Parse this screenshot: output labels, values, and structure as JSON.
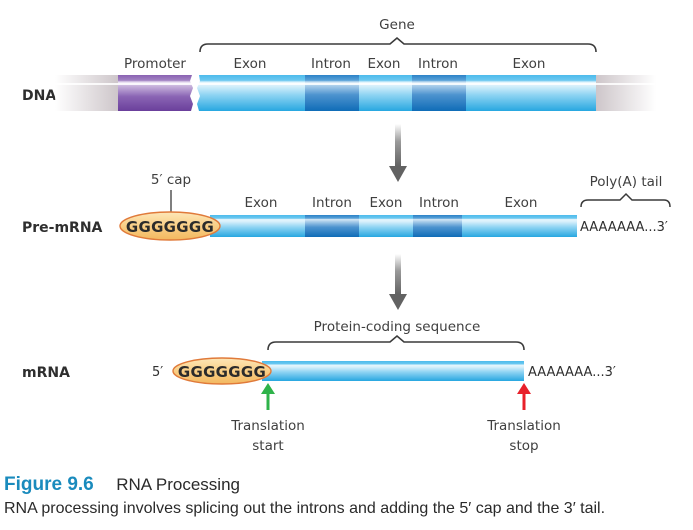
{
  "diagram": {
    "dna": {
      "row_label": "DNA",
      "gene_label": "Gene",
      "segments": [
        {
          "type": "promoter",
          "label": "Promoter"
        },
        {
          "type": "exon",
          "label": "Exon"
        },
        {
          "type": "intron",
          "label": "Intron"
        },
        {
          "type": "exon",
          "label": "Exon"
        },
        {
          "type": "intron",
          "label": "Intron"
        },
        {
          "type": "exon",
          "label": "Exon"
        }
      ]
    },
    "pre_mrna": {
      "row_label": "Pre-mRNA",
      "cap_label": "5′ cap",
      "cap_text": "GGGGGGG",
      "tail_label": "Poly(A) tail",
      "tail_text": "AAAAAAA...3′",
      "segments": [
        {
          "type": "exon",
          "label": "Exon"
        },
        {
          "type": "intron",
          "label": "Intron"
        },
        {
          "type": "exon",
          "label": "Exon"
        },
        {
          "type": "intron",
          "label": "Intron"
        },
        {
          "type": "exon",
          "label": "Exon"
        }
      ]
    },
    "mrna": {
      "row_label": "mRNA",
      "five_prime": "5′",
      "cap_text": "GGGGGGG",
      "coding_label": "Protein-coding sequence",
      "tail_text": "AAAAAAA...3′",
      "start_label_line1": "Translation",
      "start_label_line2": "start",
      "stop_label_line1": "Translation",
      "stop_label_line2": "stop"
    },
    "colors": {
      "promoter": "#7b4fa6",
      "exon": "#3fb3e6",
      "intron": "#1a78c2",
      "cap_fill": "#f8c878",
      "cap_stroke": "#e07a3a",
      "start_arrow": "#2fb34a",
      "stop_arrow": "#e8202a",
      "process_arrow": "#6a6a6a"
    }
  },
  "caption": {
    "figure_number": "Figure 9.6",
    "figure_title": "RNA Processing",
    "text": "RNA processing involves splicing out the introns and adding the 5′ cap and the 3′ tail."
  }
}
